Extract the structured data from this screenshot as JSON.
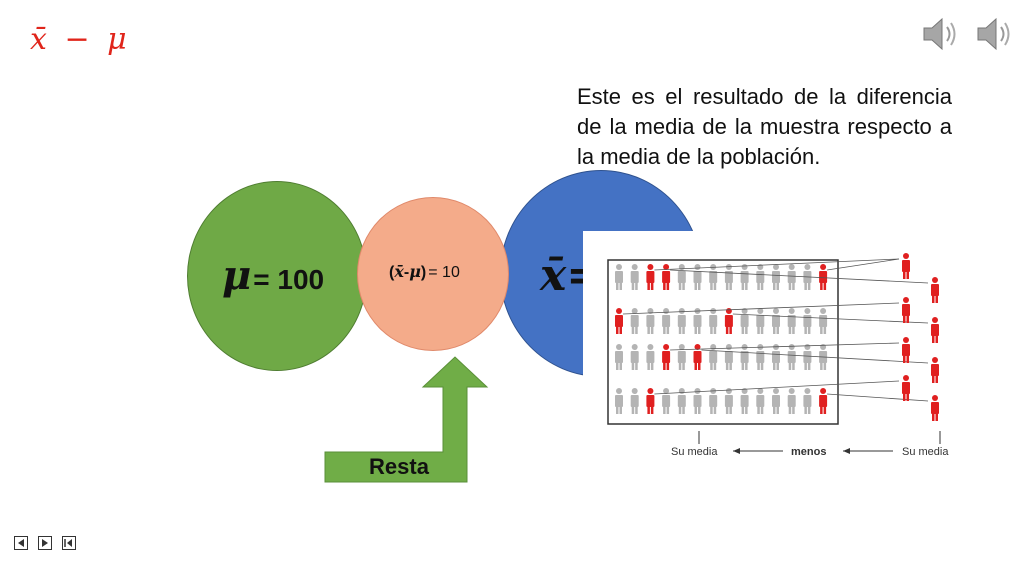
{
  "header": {
    "formula": "x̄ −  μ"
  },
  "description": "Este es el resultado de la diferencia de la media de la muestra respecto a la media de la población.",
  "circles": {
    "population": {
      "symbol": "μ",
      "value": "= 100"
    },
    "difference": {
      "open": "(",
      "xbar": "x̄",
      "dash": "-",
      "mu": "μ",
      "close": ")",
      "value": "= 10"
    },
    "sample": {
      "symbol": "x̄="
    }
  },
  "arrow_label": "Resta",
  "figure": {
    "left_caption": "Su media",
    "center_caption": "menos",
    "right_caption": "Su media"
  },
  "colors": {
    "formula": "#e0251b",
    "green": "#6fa946",
    "blue": "#4472c4",
    "salmon": "#f4ab8a",
    "person_red": "#e02020",
    "person_gray": "#b4b4b4"
  },
  "icons": [
    "speaker-icon",
    "speaker-icon",
    "nav-first-icon",
    "nav-next-icon",
    "nav-last-icon"
  ]
}
